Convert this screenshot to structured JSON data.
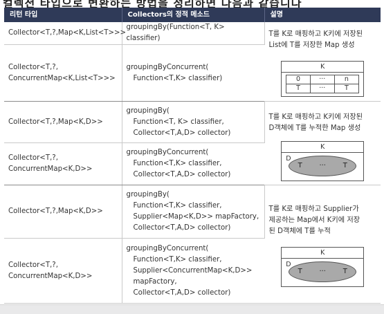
{
  "top_title": "컬렉션 타입으로 변환하는 방법을 정리하면 다음과 같습니다",
  "header": {
    "col1": "리턴 타입",
    "col2": "Collectors의 정적 메소드",
    "col3": "설명"
  },
  "rows": [
    {
      "type": "Collector<T,?,Map<K,List<T>>>",
      "method": [
        "groupingBy(Function<T, K> classifier)"
      ]
    },
    {
      "type": [
        "Collector<T,?,",
        "ConcurrentMap<K,List<T>>>"
      ],
      "method": [
        "groupingByConcurrent(",
        "Function<T,K> classifier)"
      ]
    },
    {
      "type": "Collector<T,?,Map<K,D>>",
      "method": [
        "groupingBy(",
        "Function<T, K> classifier,",
        "Collector<T,A,D> collector)"
      ]
    },
    {
      "type": [
        "Collector<T,?,",
        "ConcurrentMap<K,D>>"
      ],
      "method": [
        "groupingByConcurrent(",
        "Function<T,K> classifier,",
        "Collector<T,A,D> collector)"
      ]
    },
    {
      "type": "Collector<T,?,Map<K,D>>",
      "method": [
        "groupingBy(",
        "Function<T,K> classifier,",
        "Supplier<Map<K,D>> mapFactory,",
        "Collector<T,A,D> collector)"
      ]
    },
    {
      "type": [
        "Collector<T,?,",
        "ConcurrentMap<K,D>>"
      ],
      "method": [
        "groupingByConcurrent(",
        "Function<T,K> classifier,",
        "Supplier<ConcurrentMap<K,D>>",
        "mapFactory,",
        "Collector<T,A,D> collector)"
      ]
    }
  ],
  "descriptions": [
    {
      "text": [
        "T를 K로 매핑하고 K키에 저장된",
        "List에 T를 저장한 Map 생성"
      ],
      "diagram": {
        "key": "K",
        "indices": [
          "0",
          "···",
          "n"
        ],
        "values": [
          "T",
          "···",
          "T"
        ]
      }
    },
    {
      "text": [
        "T를 K로 매핑하고 K키에 저장된",
        "D객체에 T를 누적한 Map 생성"
      ],
      "diagram": {
        "key": "K",
        "dlabel": "D",
        "values": [
          "T",
          "···",
          "T"
        ]
      }
    },
    {
      "text": [
        "T를 K로 매핑하고 Supplier가",
        "제공하는 Map에서 K키에 저장",
        "된 D객체에 T를 누적"
      ],
      "diagram": {
        "key": "K",
        "dlabel": "D",
        "values": [
          "T",
          "···",
          "T"
        ]
      }
    }
  ]
}
